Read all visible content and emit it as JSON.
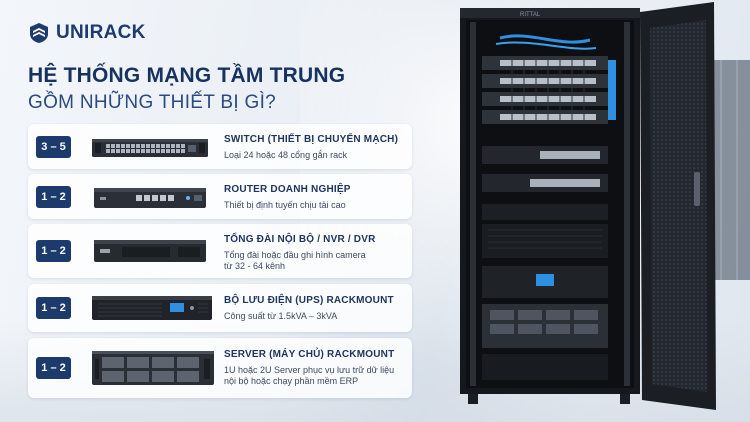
{
  "brand": {
    "name": "UNIRACK",
    "icon": "shield-logo-icon"
  },
  "heading": {
    "line1": "HỆ THỐNG MẠNG TẦM TRUNG",
    "line2": "GỒM NHỮNG THIẾT BỊ GÌ?"
  },
  "rack_label": "RITTAL",
  "items": [
    {
      "qty": "3 – 5",
      "title": "SWITCH (THIẾT BỊ CHUYỂN MẠCH)",
      "desc": [
        "Loại 24 hoặc 48 cổng gắn rack"
      ],
      "icon": "switch-device"
    },
    {
      "qty": "1 – 2",
      "title": "ROUTER DOANH NGHIỆP",
      "desc": [
        "Thiết bị định tuyến chịu tải cao"
      ],
      "icon": "router-device"
    },
    {
      "qty": "1 – 2",
      "title": "TỔNG ĐÀI NỘI BỘ / NVR / DVR",
      "desc": [
        "Tổng đài hoặc đầu ghi hình camera",
        "từ 32 - 64 kênh"
      ],
      "icon": "nvr-device"
    },
    {
      "qty": "1 – 2",
      "title": "BỘ LƯU ĐIỆN (UPS) RACKMOUNT",
      "desc": [
        "Công suất từ 1.5kVA – 3kVA"
      ],
      "icon": "ups-device"
    },
    {
      "qty": "1 – 2",
      "title": "SERVER (MÁY CHỦ) RACKMOUNT",
      "desc": [
        "1U hoặc 2U Server phục vụ lưu trữ dữ liệu",
        "nội bộ hoặc chạy phần mềm ERP"
      ],
      "icon": "server-device"
    }
  ],
  "colors": {
    "navy": "#1c3a6c",
    "title": "#17325f",
    "accent_blue": "#2f8fe0"
  }
}
